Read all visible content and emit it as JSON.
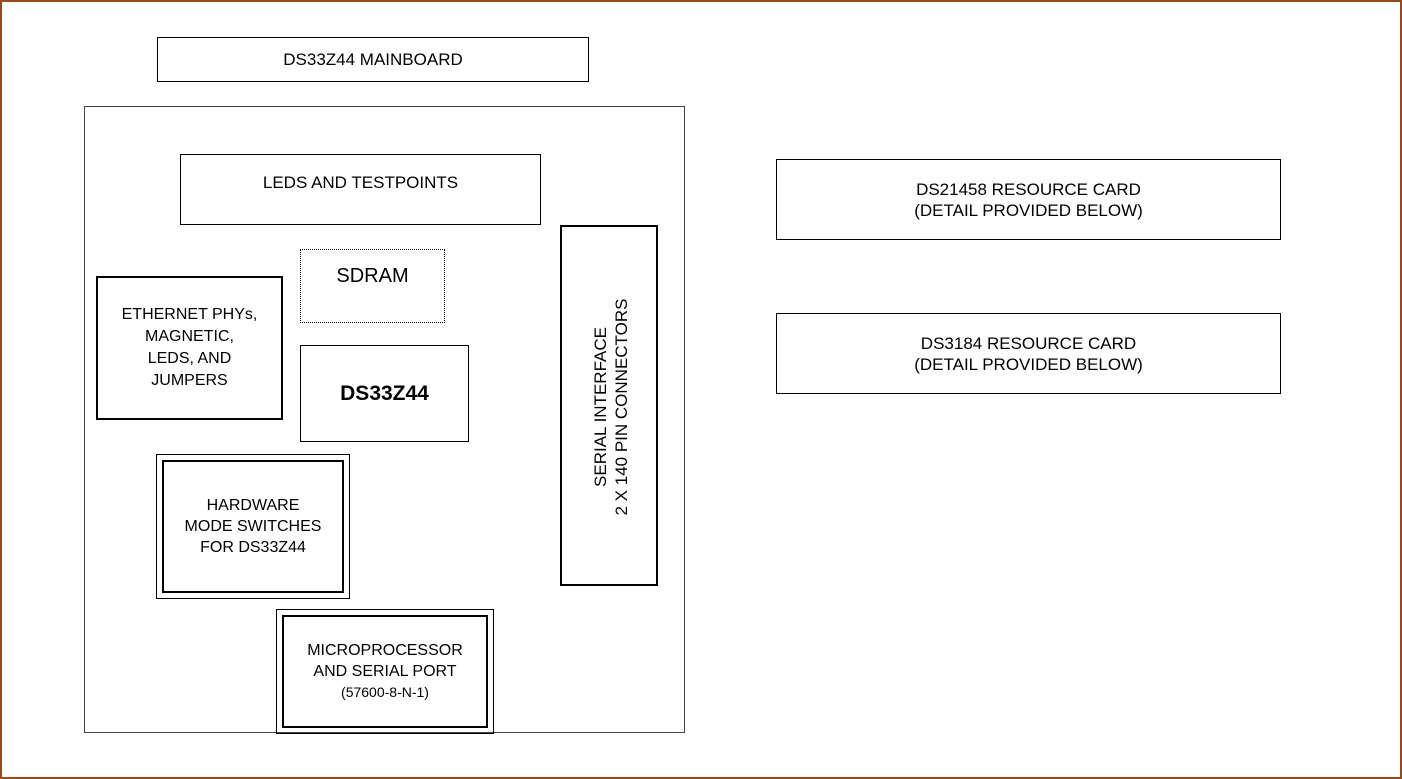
{
  "mainboard_title": "DS33Z44 MAINBOARD",
  "blocks": {
    "leds_testpoints": "LEDS AND TESTPOINTS",
    "sdram": "SDRAM",
    "ethernet": [
      "ETHERNET PHYs,",
      "MAGNETIC,",
      "LEDS, AND",
      "JUMPERS"
    ],
    "chip": "DS33Z44",
    "hw_switches": [
      "HARDWARE",
      "MODE SWITCHES",
      "FOR DS33Z44"
    ],
    "microprocessor": [
      "MICROPROCESSOR",
      "AND SERIAL PORT",
      "(57600-8-N-1)"
    ],
    "serial_interface": [
      "SERIAL INTERFACE",
      "2 X 140 PIN CONNECTORS"
    ]
  },
  "resource_cards": [
    {
      "title": "DS21458 RESOURCE CARD",
      "detail": "(DETAIL PROVIDED BELOW)"
    },
    {
      "title": "DS3184 RESOURCE CARD",
      "detail": "(DETAIL PROVIDED BELOW)"
    }
  ],
  "colors": {
    "frame_border": "#9b4a17",
    "box_border": "#000000"
  }
}
